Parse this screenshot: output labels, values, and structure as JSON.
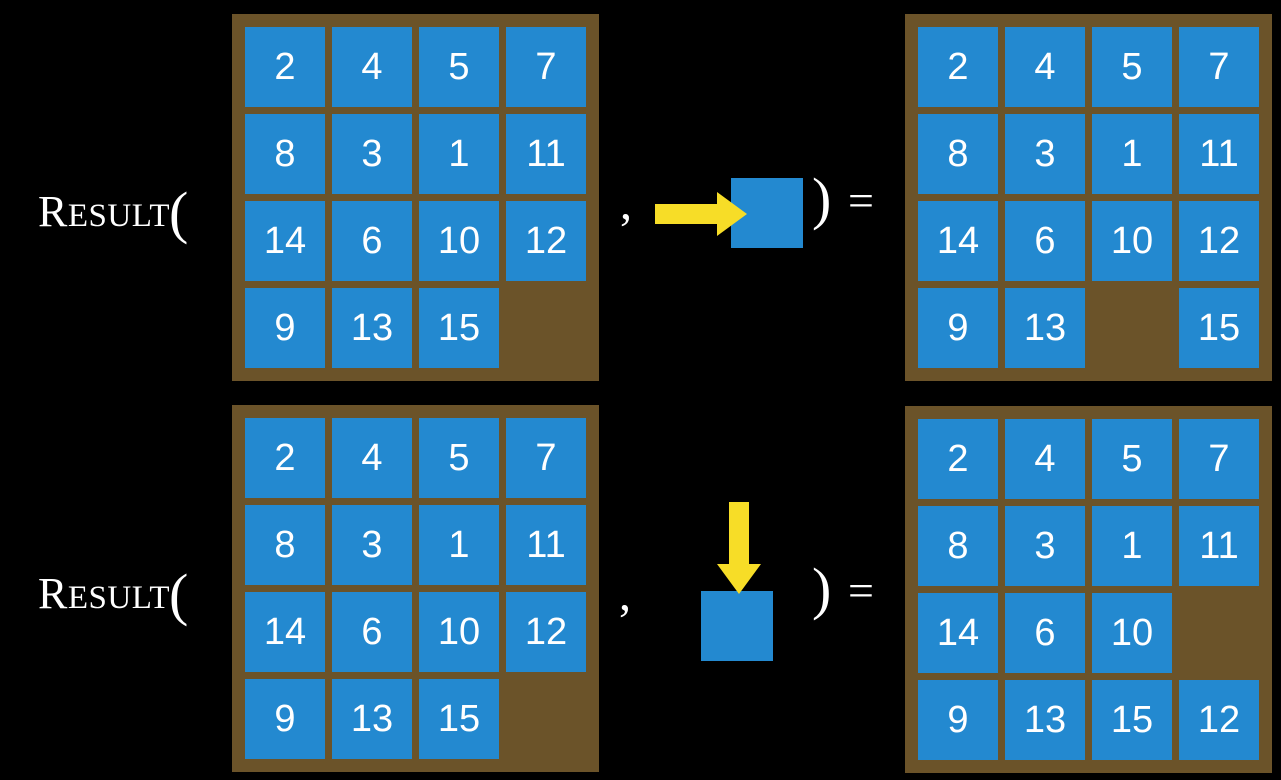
{
  "background_color": "#000000",
  "palette": {
    "board": "#6b5329",
    "tile": "#2389d0",
    "tile_text": "#ffffff",
    "arrow": "#f7dd27",
    "text": "#ffffff"
  },
  "rows": [
    {
      "id": "move-right",
      "label": {
        "first_letter": "R",
        "rest": "ESULT",
        "open_paren": "("
      },
      "comma": ",",
      "close_paren": ")",
      "equals": "=",
      "operand": {
        "arrow_icon": "arrow-right-icon",
        "direction": "right",
        "square_label": ""
      },
      "input_board": {
        "rows": [
          [
            "2",
            "4",
            "5",
            "7"
          ],
          [
            "8",
            "3",
            "1",
            "11"
          ],
          [
            "14",
            "6",
            "10",
            "12"
          ],
          [
            "9",
            "13",
            "15",
            ""
          ]
        ]
      },
      "output_board": {
        "rows": [
          [
            "2",
            "4",
            "5",
            "7"
          ],
          [
            "8",
            "3",
            "1",
            "11"
          ],
          [
            "14",
            "6",
            "10",
            "12"
          ],
          [
            "9",
            "13",
            "",
            "15"
          ]
        ]
      }
    },
    {
      "id": "move-down",
      "label": {
        "first_letter": "R",
        "rest": "ESULT",
        "open_paren": "("
      },
      "comma": ",",
      "close_paren": ")",
      "equals": "=",
      "operand": {
        "arrow_icon": "arrow-down-icon",
        "direction": "down",
        "square_label": ""
      },
      "input_board": {
        "rows": [
          [
            "2",
            "4",
            "5",
            "7"
          ],
          [
            "8",
            "3",
            "1",
            "11"
          ],
          [
            "14",
            "6",
            "10",
            "12"
          ],
          [
            "9",
            "13",
            "15",
            ""
          ]
        ]
      },
      "output_board": {
        "rows": [
          [
            "2",
            "4",
            "5",
            "7"
          ],
          [
            "8",
            "3",
            "1",
            "11"
          ],
          [
            "14",
            "6",
            "10",
            ""
          ],
          [
            "9",
            "13",
            "15",
            "12"
          ]
        ]
      }
    }
  ]
}
